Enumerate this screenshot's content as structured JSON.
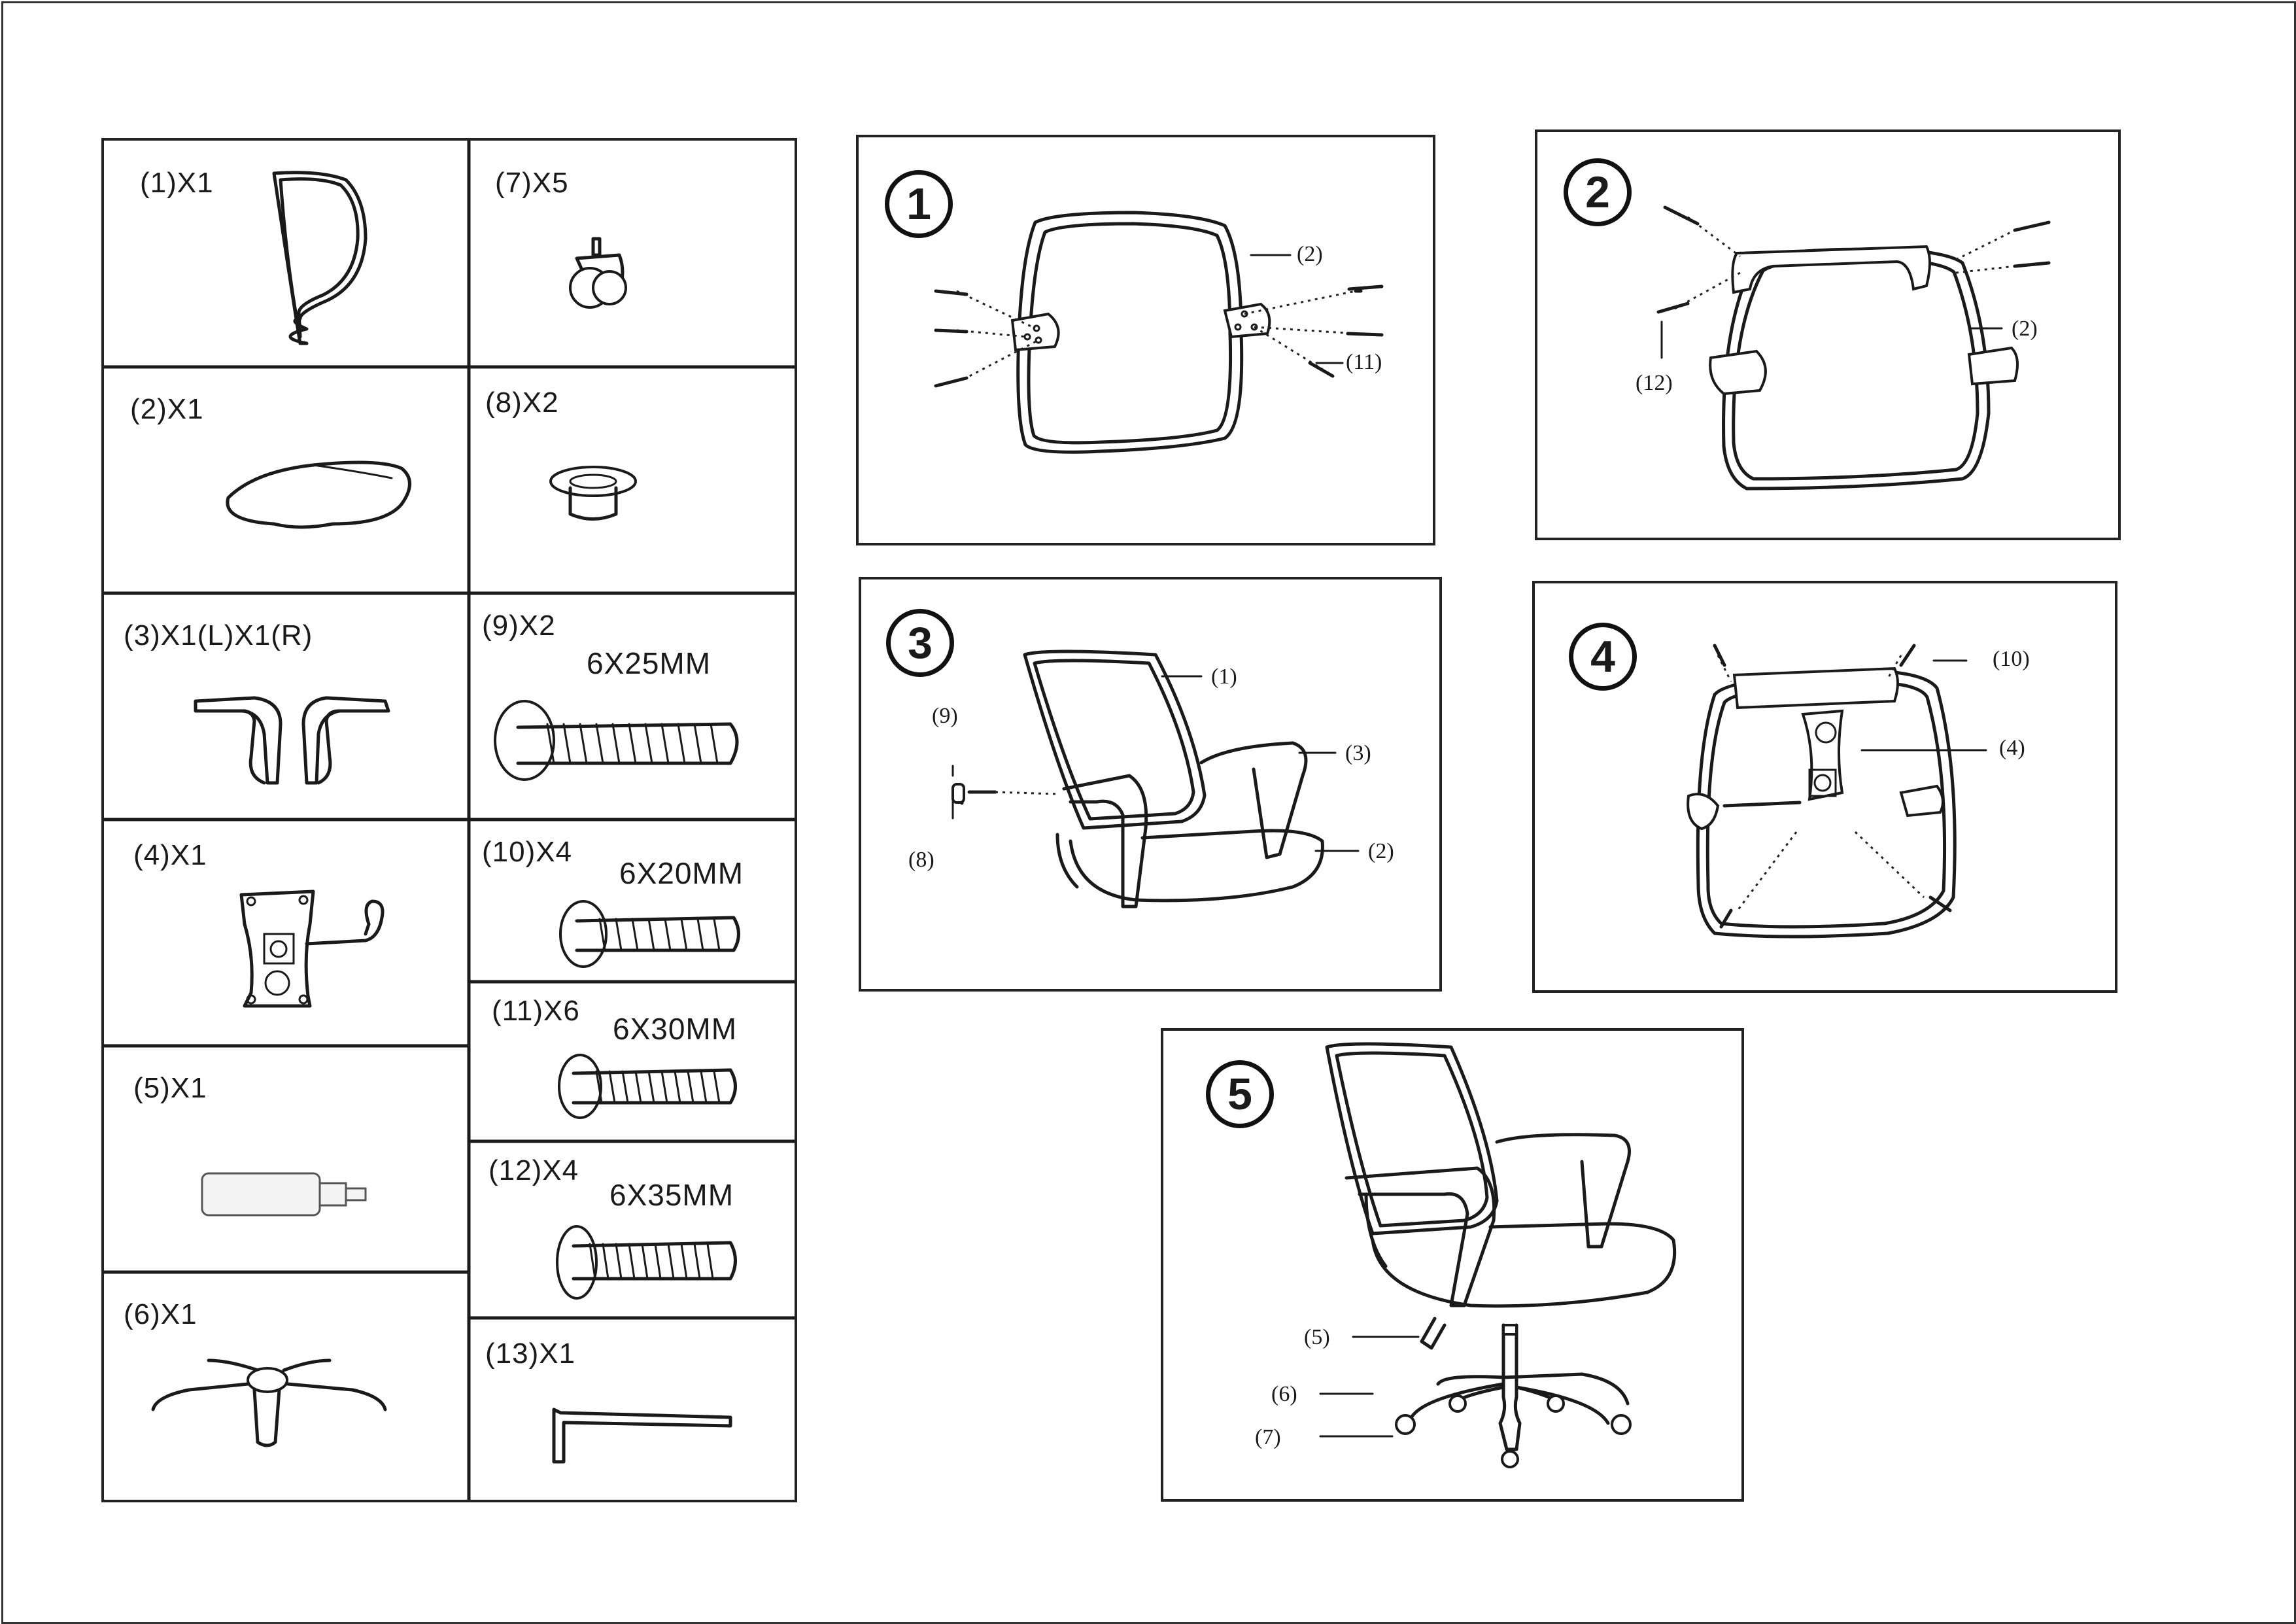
{
  "parts": [
    {
      "id": "p1",
      "label": "(1)X1",
      "icon": "backrest-icon"
    },
    {
      "id": "p2",
      "label": "(2)X1",
      "icon": "seat-icon"
    },
    {
      "id": "p3",
      "label": "(3)X1(L)X1(R)",
      "icon": "armrests-icon"
    },
    {
      "id": "p4",
      "label": "(4)X1",
      "icon": "mechanism-icon"
    },
    {
      "id": "p5",
      "label": "(5)X1",
      "icon": "gas-lift-icon"
    },
    {
      "id": "p6",
      "label": "(6)X1",
      "icon": "base-icon"
    },
    {
      "id": "p7",
      "label": "(7)X5",
      "icon": "caster-icon"
    },
    {
      "id": "p8",
      "label": "(8)X2",
      "icon": "cap-icon"
    },
    {
      "id": "p9",
      "label": "(9)X2",
      "size": "6X25MM",
      "icon": "bolt-icon"
    },
    {
      "id": "p10",
      "label": "(10)X4",
      "size": "6X20MM",
      "icon": "bolt-icon"
    },
    {
      "id": "p11",
      "label": "(11)X6",
      "size": "6X30MM",
      "icon": "bolt-icon"
    },
    {
      "id": "p12",
      "label": "(12)X4",
      "size": "6X35MM",
      "icon": "bolt-icon"
    },
    {
      "id": "p13",
      "label": "(13)X1",
      "icon": "hex-key-icon"
    }
  ],
  "steps": [
    {
      "number": "1",
      "callouts": [
        "(2)",
        "(11)"
      ]
    },
    {
      "number": "2",
      "callouts": [
        "(2)",
        "(12)"
      ]
    },
    {
      "number": "3",
      "callouts": [
        "(1)",
        "(3)",
        "(2)",
        "(9)",
        "(8)"
      ]
    },
    {
      "number": "4",
      "callouts": [
        "(10)",
        "(4)"
      ]
    },
    {
      "number": "5",
      "callouts": [
        "(5)",
        "(6)",
        "(7)"
      ]
    }
  ]
}
